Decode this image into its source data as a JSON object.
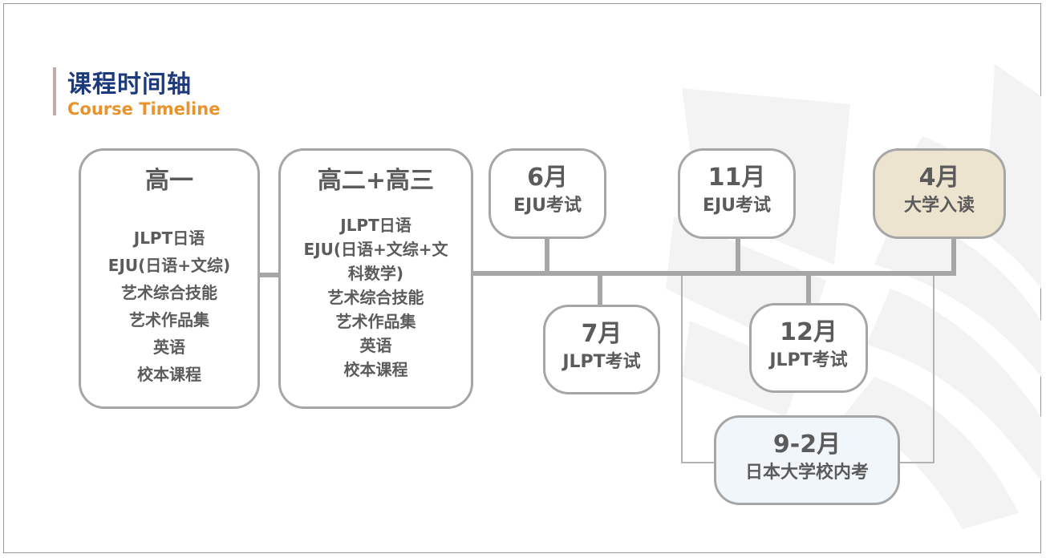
{
  "title": {
    "cn": "课程时间轴",
    "en": "Course Timeline"
  },
  "stages": [
    {
      "heading": "高一",
      "items": [
        "JLPT日语",
        "EJU(日语+文综)",
        "艺术综合技能",
        "艺术作品集",
        "英语",
        "校本课程"
      ]
    },
    {
      "heading": "高二+高三",
      "items": [
        "JLPT日语",
        "EJU(日语+文综+文",
        "科数学)",
        "艺术综合技能",
        "艺术作品集",
        "英语",
        "校本课程"
      ]
    }
  ],
  "events": {
    "eju_june": {
      "month": "6月",
      "label": "EJU考试"
    },
    "jlpt_july": {
      "month": "7月",
      "label": "JLPT考试"
    },
    "eju_nov": {
      "month": "11月",
      "label": "EJU考试"
    },
    "jlpt_dec": {
      "month": "12月",
      "label": "JLPT考试"
    },
    "univ_apr": {
      "month": "4月",
      "label": "大学入读"
    },
    "school_exam": {
      "month": "9-2月",
      "label": "日本大学校内考"
    }
  },
  "colors": {
    "title": "#1d3a7d",
    "subtitle": "#e9932c",
    "accent_bar": "#c9a8a8",
    "border": "#a6a6a6",
    "text": "#5b5b5b",
    "highlight_beige": "#ede4cf",
    "highlight_blue": "#f1f6fb"
  }
}
